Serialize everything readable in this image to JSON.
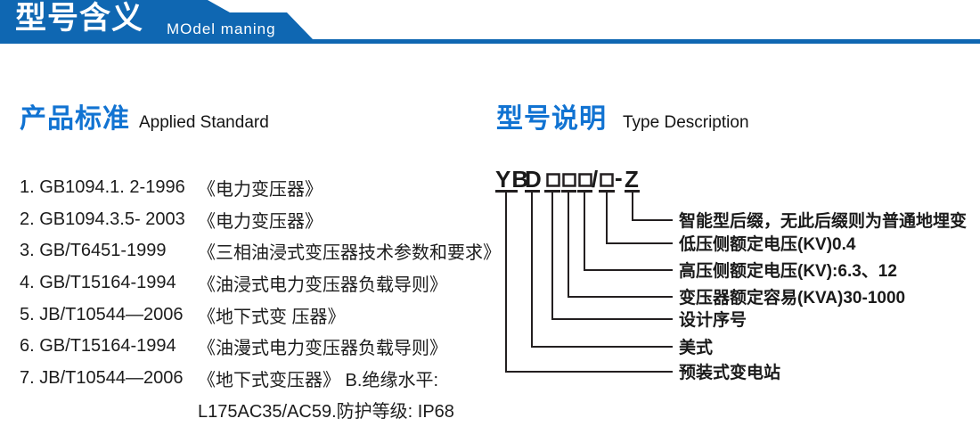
{
  "banner": {
    "title": "型号含义",
    "subtitle": "MOdel maning",
    "color": "#0f67b2"
  },
  "left_section": {
    "heading_zh": "产品标准",
    "heading_en": "Applied Standard",
    "items": [
      {
        "code": "1. GB1094.1. 2-1996",
        "title": "《电力变压器》"
      },
      {
        "code": "2. GB1094.3.5- 2003",
        "title": "《电力变压器》"
      },
      {
        "code": "3. GB/T6451-1999",
        "title": "《三相油浸式变压器技术参数和要求》"
      },
      {
        "code": "4. GB/T15164-1994",
        "title": "《油浸式电力变压器负载导则》"
      },
      {
        "code": "5. JB/T10544—2006",
        "title": "《地下式变 压器》"
      },
      {
        "code": "6. GB/T15164-1994",
        "title": "《油漫式电力变压器负载导则》"
      },
      {
        "code": "7. JB/T10544—2006",
        "title": "《地下式变压器》 B.绝缘水平:"
      },
      {
        "code": "",
        "title": "L175AC35/AC59.防护等级: IP68"
      }
    ]
  },
  "right_section": {
    "heading_zh": "型号说明",
    "heading_en": "Type Description",
    "model_code": {
      "display": "YBD□□□/□-Z",
      "prefix": "YB",
      "type_code": "D",
      "slash": "/",
      "dash": "-",
      "suffix": "Z"
    },
    "labels": [
      "智能型后缀，无此后缀则为普通地埋变",
      "低压侧额定电压(KV)0.4",
      "高压侧额定电压(KV):6.3、12",
      "变压器额定容易(KVA)30-1000",
      "设计序号",
      "美式",
      "预装式变电站"
    ]
  },
  "colors": {
    "banner_blue": "#0f67b2",
    "heading_blue": "#1173d2",
    "text": "#1c1c1c",
    "line": "#231f20"
  }
}
